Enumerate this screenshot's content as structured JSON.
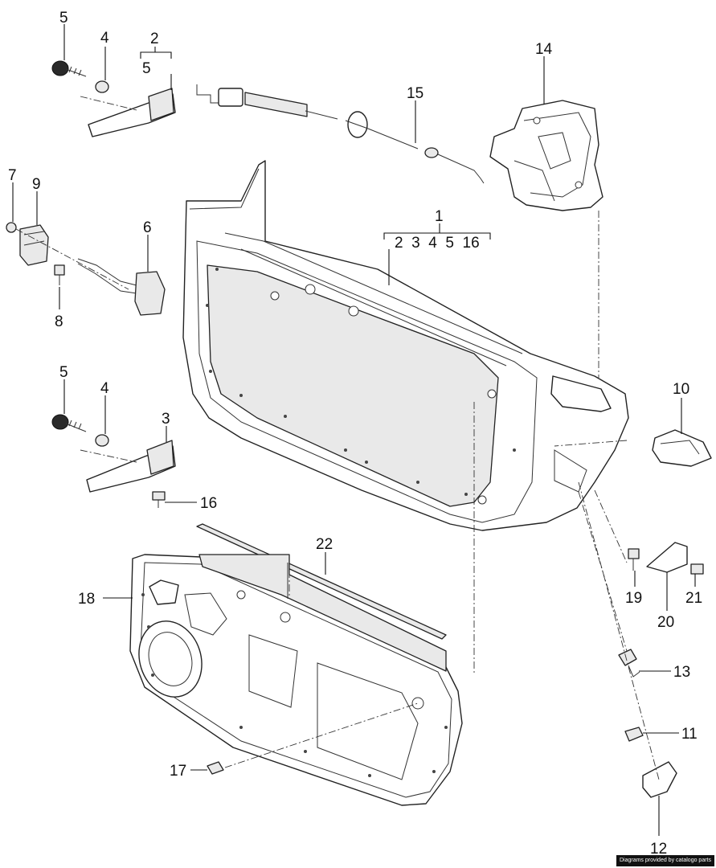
{
  "diagram": {
    "callouts": [
      {
        "id": "c5a",
        "text": "5"
      },
      {
        "id": "c4a",
        "text": "4"
      },
      {
        "id": "c2",
        "text": "2"
      },
      {
        "id": "c2sub",
        "text": "5"
      },
      {
        "id": "c7",
        "text": "7"
      },
      {
        "id": "c9",
        "text": "9"
      },
      {
        "id": "c6",
        "text": "6"
      },
      {
        "id": "c8",
        "text": "8"
      },
      {
        "id": "c5b",
        "text": "5"
      },
      {
        "id": "c4b",
        "text": "4"
      },
      {
        "id": "c3",
        "text": "3"
      },
      {
        "id": "c16",
        "text": "16"
      },
      {
        "id": "c15",
        "text": "15"
      },
      {
        "id": "c14",
        "text": "14"
      },
      {
        "id": "c1",
        "text": "1"
      },
      {
        "id": "c1sub",
        "text": "2  3  4  5  16"
      },
      {
        "id": "c10",
        "text": "10"
      },
      {
        "id": "c22",
        "text": "22"
      },
      {
        "id": "c18",
        "text": "18"
      },
      {
        "id": "c19",
        "text": "19"
      },
      {
        "id": "c20",
        "text": "20"
      },
      {
        "id": "c21",
        "text": "21"
      },
      {
        "id": "c13",
        "text": "13"
      },
      {
        "id": "c11",
        "text": "11"
      },
      {
        "id": "c17",
        "text": "17"
      },
      {
        "id": "c12",
        "text": "12"
      }
    ],
    "credit": "Diagrams provided by catalogo parts"
  }
}
